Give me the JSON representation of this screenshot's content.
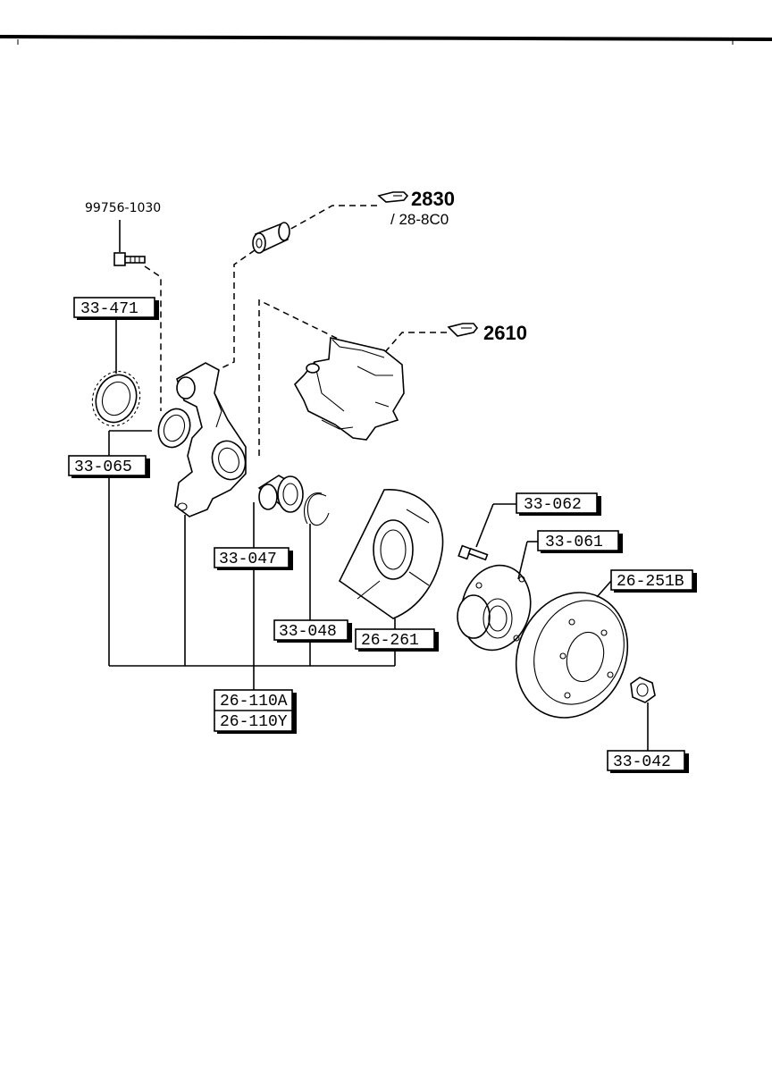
{
  "header": {
    "border_color": "#000000"
  },
  "labels": {
    "bolt_part_no": "99756-1030",
    "ref_2830": "2830",
    "ref_2830_sub": "/ 28-8C0",
    "ref_2610": "2610"
  },
  "boxes": {
    "b_33_471": "33-471",
    "b_33_065": "33-065",
    "b_33_047": "33-047",
    "b_33_048": "33-048",
    "b_26_261": "26-261",
    "b_26_110a": "26-110A",
    "b_26_110y": "26-110Y",
    "b_33_062": "33-062",
    "b_33_061": "33-061",
    "b_26_251b": "26-251B",
    "b_33_042": "33-042"
  },
  "icons": {
    "pointer": "pointing-hand-icon"
  }
}
